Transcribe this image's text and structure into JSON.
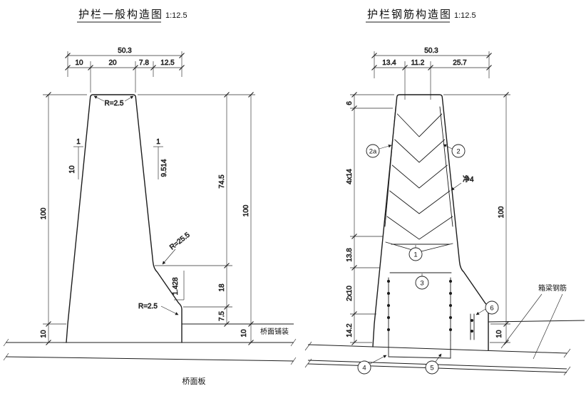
{
  "left": {
    "title": "护栏一般构造图",
    "scale": "1:12.5",
    "dim_total": "50.3",
    "seg": [
      "10",
      "20",
      "7.8",
      "12.5"
    ],
    "h_left": "100",
    "h_left_bottom": "10",
    "r_top": "R=2.5",
    "slope_left": {
      "rise": "1",
      "run": "10"
    },
    "slope_right": {
      "rise": "1",
      "run": "9.514"
    },
    "chain_right": [
      "74.5",
      "18",
      "7.5"
    ],
    "h_right": "100",
    "pavement_thickness": "10",
    "r_mid": "R=25.5",
    "lower_slope": "1.428",
    "r_bottom": "R=2.5",
    "pavement_label": "桥面铺装",
    "deck_label": "桥面板"
  },
  "right": {
    "title": "护栏钢筋构造图",
    "scale": "1:12.5",
    "dim_total": "50.3",
    "seg": [
      "13.4",
      "11.2",
      "25.7"
    ],
    "chain_left": [
      "6",
      "4x14",
      "13.8",
      "2x10",
      "14.2"
    ],
    "h_right": "100",
    "pavement_thickness": "10",
    "clear_spacing": "净4",
    "girder_label": "箱梁钢筋",
    "marks": [
      "2a",
      "2",
      "1",
      "3",
      "4",
      "5",
      "6"
    ]
  }
}
